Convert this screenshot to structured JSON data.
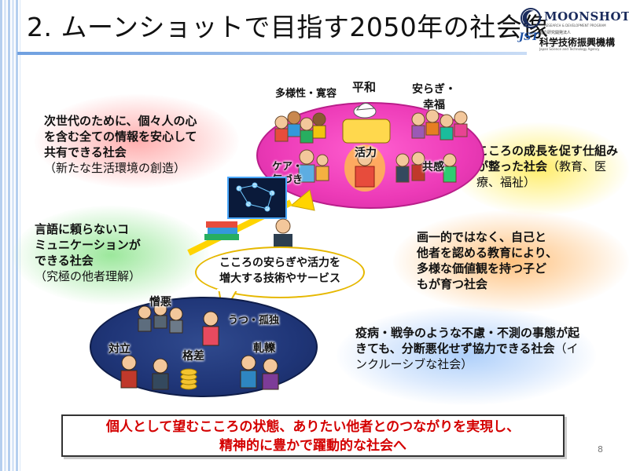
{
  "title": "2. ムーンショットで目指す2050年の社会像",
  "logo": {
    "moonshot": "MOONSHOT",
    "moonshot_sub": "RESEARCH & DEVELOPMENT PROGRAM",
    "jst_mark": "JST",
    "jst_small": "国立研究開発法人",
    "jst_name": "科学技術振興機構",
    "jst_en": "Japan Science and Technology Agency"
  },
  "left_texts": {
    "info": {
      "lines": [
        "次世代のために、個々人の心",
        "を含む全ての情報を安心して",
        "共有できる社会"
      ],
      "note": "（新たな生活環境の創造）"
    },
    "language": {
      "lines": [
        "言語に頼らないコ",
        "ミュニケーションが",
        "できる社会"
      ],
      "note": "（究極の他者理解）"
    }
  },
  "right_texts": {
    "growth": {
      "text": "こころの成長を促す仕組みが整った社会",
      "note": "（教育、医療、福祉）"
    },
    "education": {
      "lines": [
        "画一的ではなく、自己と",
        "他者を認める教育により、",
        "多様な価値観を持つ子ど",
        "もが育つ社会"
      ]
    },
    "resilience": {
      "text": "疫病・戦争のような不慮・不測の事態が起きても、分断悪化せず協力できる社会",
      "note": "（インクルーシブな社会）"
    }
  },
  "upper_labels": {
    "diversity": "多様性・寛容",
    "peace": "平和",
    "ease_happiness": [
      "安らぎ・",
      "幸福"
    ],
    "care": [
      "ケア・",
      "気づき"
    ],
    "vitality": "活力",
    "empathy": "共感"
  },
  "lower_labels": {
    "hatred": "憎悪",
    "depression": "うつ・孤独",
    "conflict": "対立",
    "disparity": "格差",
    "friction": "軋轢"
  },
  "callout": [
    "こころの安らぎや活力を",
    "増大する技術やサービス"
  ],
  "bottom_message": [
    "個人として望むこころの状態、ありたい他者とのつながりを実現し、",
    "精神的に豊かで躍動的な社会へ"
  ],
  "page_number": "8",
  "colors": {
    "accent_magenta": "#ec3ab7",
    "accent_navy": "#1f3577",
    "message_red": "#d40000",
    "callout_border": "#e6b800"
  }
}
